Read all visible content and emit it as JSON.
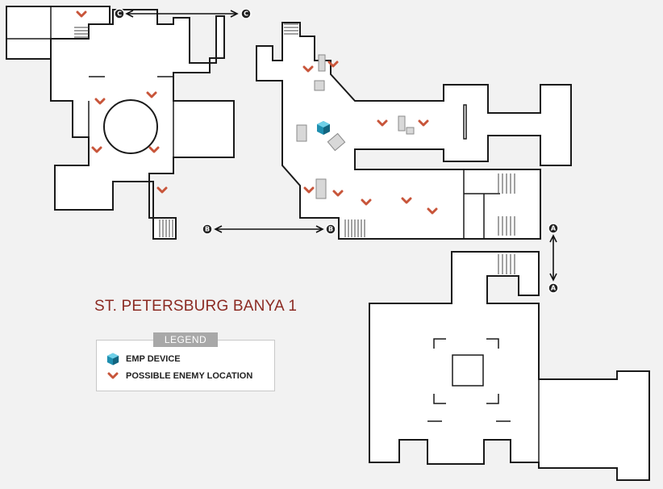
{
  "title": "ST. PETERSBURG BANYA 1",
  "legend": {
    "header": "LEGEND",
    "items": [
      {
        "icon": "emp-device-icon",
        "label": "EMP DEVICE"
      },
      {
        "icon": "enemy-chevron-icon",
        "label": "POSSIBLE ENEMY LOCATION"
      }
    ]
  },
  "connectors": [
    {
      "letter": "C"
    },
    {
      "letter": "B"
    },
    {
      "letter": "A"
    }
  ],
  "colors": {
    "title": "#8b2a22",
    "enemy_marker": "#c8553a",
    "emp_device": "#1f8fb0",
    "wall": "#1a1a1a"
  }
}
